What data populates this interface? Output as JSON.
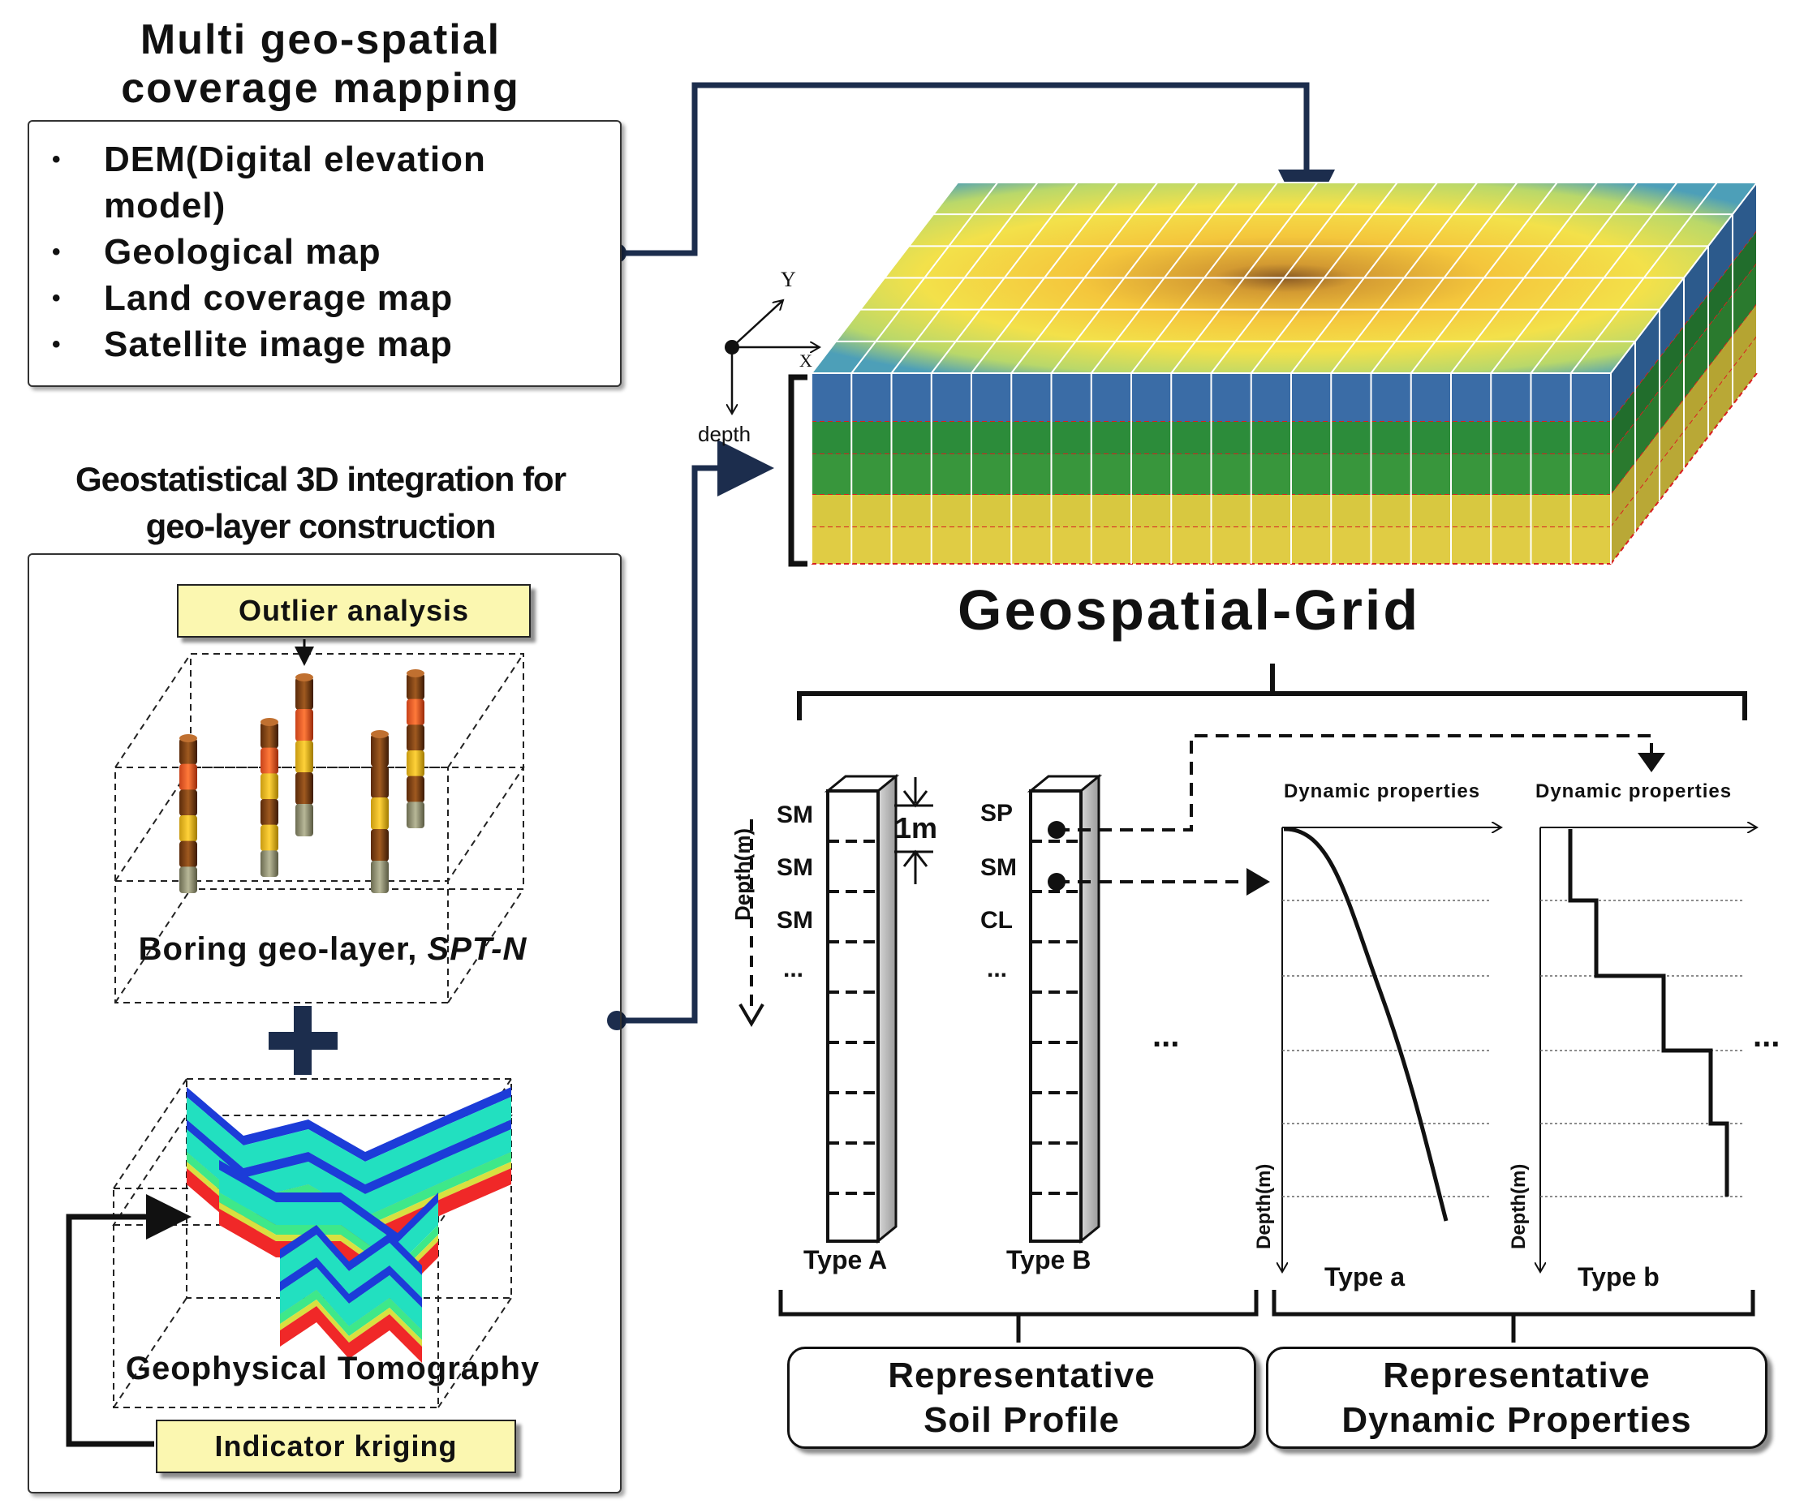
{
  "coverage": {
    "title_lines": [
      "Multi geo-spatial",
      "coverage mapping"
    ],
    "items": [
      "DEM(Digital elevation model)",
      "Geological map",
      "Land coverage map",
      "Satellite image map"
    ]
  },
  "geostat": {
    "title_lines": [
      "Geostatistical 3D integration for",
      "geo-layer construction"
    ],
    "outlier_label": "Outlier analysis",
    "boring_label_main": "Boring geo-layer, ",
    "boring_label_em": "SPT-N",
    "tomography_label": "Geophysical Tomography",
    "kriging_label": "Indicator kriging"
  },
  "grid": {
    "title": "Geospatial-Grid",
    "axis_y": "Y",
    "axis_x": "X",
    "axis_depth": "depth"
  },
  "profiles": {
    "depth_label": "Depth(m)",
    "type_a": {
      "label": "Type A",
      "layers": [
        "SM",
        "SM",
        "SM",
        "..."
      ]
    },
    "type_b": {
      "label": "Type B",
      "layers": [
        "SP",
        "SM",
        "CL",
        "..."
      ]
    },
    "interval_label": "1m",
    "ellipsis": "..."
  },
  "dynamic": {
    "axis_label": "Dynamic properties",
    "depth_label": "Depth(m)",
    "type_a_label": "Type a",
    "type_b_label": "Type b",
    "ellipsis": "..."
  },
  "outputs": {
    "soil_profile_lines": [
      "Representative",
      "Soil Profile"
    ],
    "dynamic_props_lines": [
      "Representative",
      "Dynamic Properties"
    ]
  }
}
